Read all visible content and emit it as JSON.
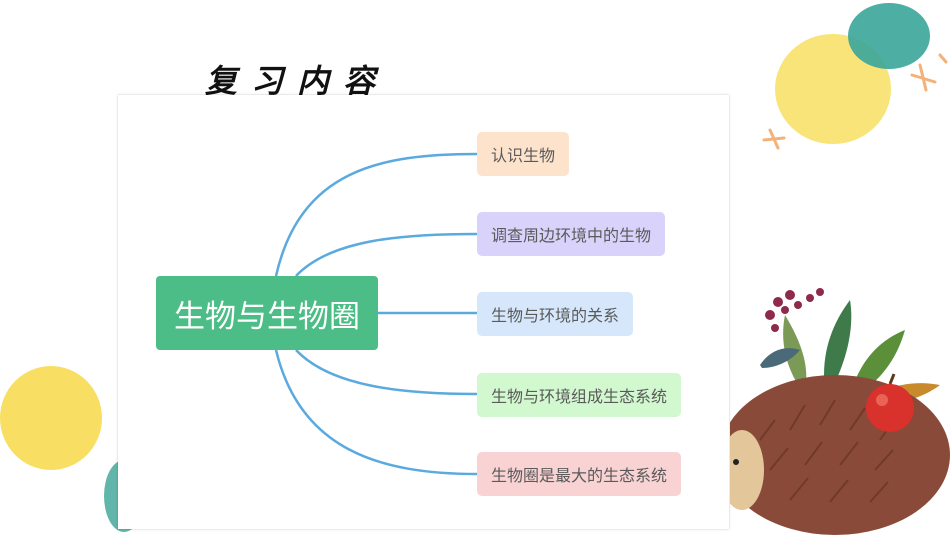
{
  "slide": {
    "title": "复习内容"
  },
  "mindmap": {
    "root": {
      "label": "生物与生物圈",
      "color": "#4cbd86"
    },
    "branches": [
      {
        "label": "认识生物",
        "color": "#fde3cc"
      },
      {
        "label": "调查周边环境中的生物",
        "color": "#d9d3fb"
      },
      {
        "label": "生物与环境的关系",
        "color": "#d6e7fb"
      },
      {
        "label": "生物与环境组成生态系统",
        "color": "#d2f8cf"
      },
      {
        "label": "生物圈是最大的生态系统",
        "color": "#f9d2d3"
      }
    ],
    "connector_color": "#5aa9df"
  },
  "decorations": {
    "circle_colors": [
      "#f7dc5a",
      "#3aa59a"
    ],
    "hedgehog_icon": "hedgehog-illustration"
  }
}
